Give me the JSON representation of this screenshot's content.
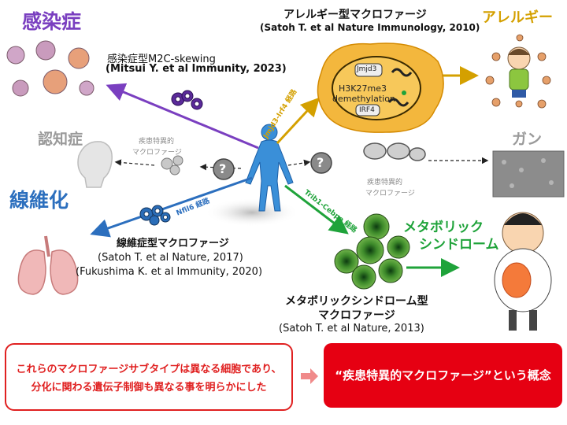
{
  "labels": {
    "infection": "感染症",
    "dementia": "認知症",
    "fibrosis": "線維化",
    "allergy": "アレルギー",
    "cancer": "ガン",
    "metabolic_line1": "メタボリック",
    "metabolic_line2": "シンドローム"
  },
  "captions": {
    "infection_title": "感染症型M2C-skewing",
    "infection_ref": "(Mitsui Y. et al Immunity, 2023)",
    "allergy_title": "アレルギー型マクロファージ",
    "allergy_ref": "(Satoh T. et al Nature Immunology, 2010)",
    "fibrosis_title": "線維症型マクロファージ",
    "fibrosis_ref1": "(Satoh T. et al Nature, 2017)",
    "fibrosis_ref2": "(Fukushima K. et al Immunity, 2020)",
    "metabolic_title1": "メタボリックシンドローム型",
    "metabolic_title2": "マクロファージ",
    "metabolic_ref": "(Satoh T. et al Nature, 2013)",
    "disease_specific_left_1": "疾患特異的",
    "disease_specific_left_2": "マクロファージ",
    "disease_specific_right_1": "疾患特異的",
    "disease_specific_right_2": "マクロファージ",
    "question_mark": "?"
  },
  "cell_labels": {
    "jmjd3": "Jmjd3",
    "h3k27": "H3K27me3",
    "demethylation": "demethylation",
    "irf4": "IRF4"
  },
  "arrow_labels": {
    "allergy_pathway": "Jmjd3-Irf4 経路",
    "fibrosis_pathway": "Nfil6 経路",
    "metabolic_pathway": "Trib1-Cebpa 経路"
  },
  "boxes": {
    "left_line1": "これらのマクロファージサブタイプは異なる細胞であり、",
    "left_line2": "分化に関わる遺伝子制御も異なる事を明らかにした",
    "right": "“疾患特異的マクロファージ”という概念"
  },
  "colors": {
    "infection": "#7a3fc0",
    "fibrosis": "#2c6fbe",
    "allergy": "#d4a000",
    "metabolic": "#1fa33a",
    "grey": "#9a9a9a",
    "red": "#e60012"
  }
}
